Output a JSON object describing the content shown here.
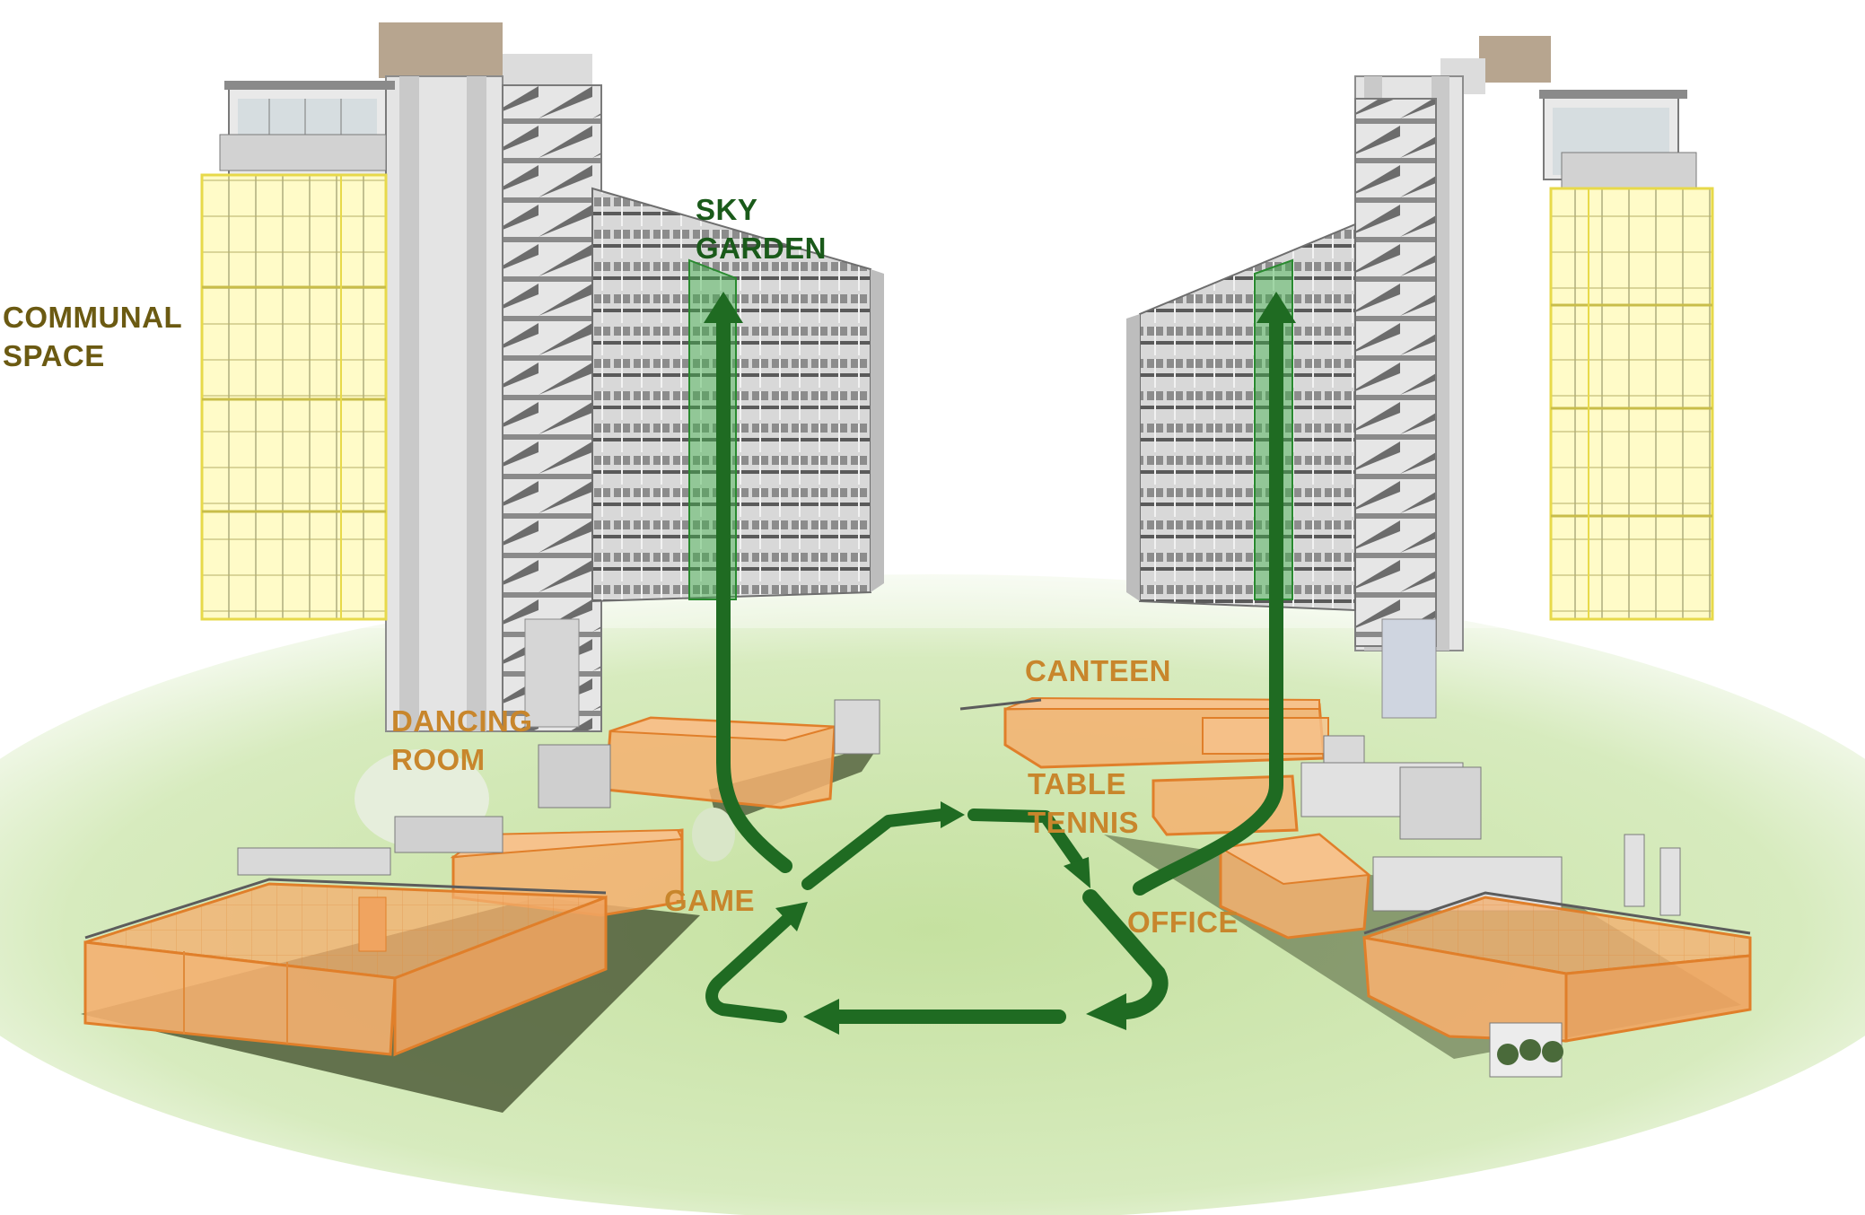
{
  "colors": {
    "ground": "#cfe6b0",
    "arrow": "#1f6b22",
    "communal_highlight": "#fff27a",
    "amenity_highlight": "#f4b070",
    "building_grey": "#9a9a9a",
    "label_olive": "#6b5a12",
    "label_orange": "#c8862c",
    "label_green": "#1a5a1a"
  },
  "labels": {
    "communal_space": {
      "line1": "COMMUNAL",
      "line2": "SPACE"
    },
    "sky_garden": {
      "line1": "SKY",
      "line2": "GARDEN"
    },
    "dancing_room": {
      "line1": "DANCING",
      "line2": "ROOM"
    },
    "game": "GAME",
    "canteen": "CANTEEN",
    "table_tennis": {
      "line1": "TABLE",
      "line2": "TENNIS"
    },
    "office": "OFFICE"
  }
}
